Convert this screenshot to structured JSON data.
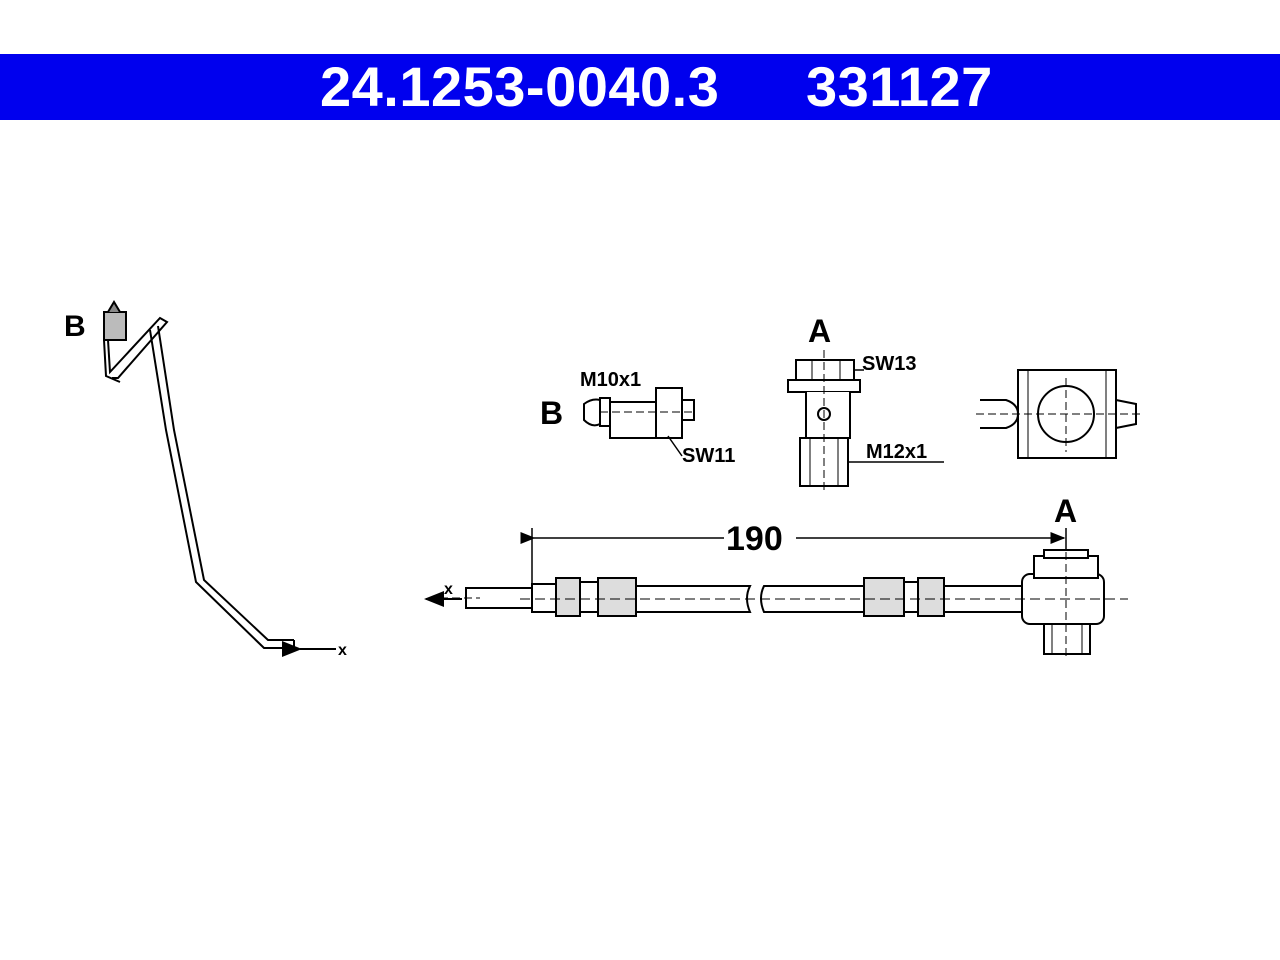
{
  "header": {
    "part_number": "24.1253-0040.3",
    "reference_number": "331127",
    "background_color": "#0000ee",
    "text_color": "#ffffff"
  },
  "drawing": {
    "left_view": {
      "end_label": "B",
      "axis_label": "x"
    },
    "fitting_b": {
      "label": "B",
      "thread": "M10x1",
      "wrench_size": "SW11"
    },
    "banjo_bolt_a": {
      "label": "A",
      "wrench_size": "SW13",
      "thread": "M12x1"
    },
    "hose_view": {
      "length": "190",
      "end_label": "A",
      "axis_label": "x"
    }
  }
}
